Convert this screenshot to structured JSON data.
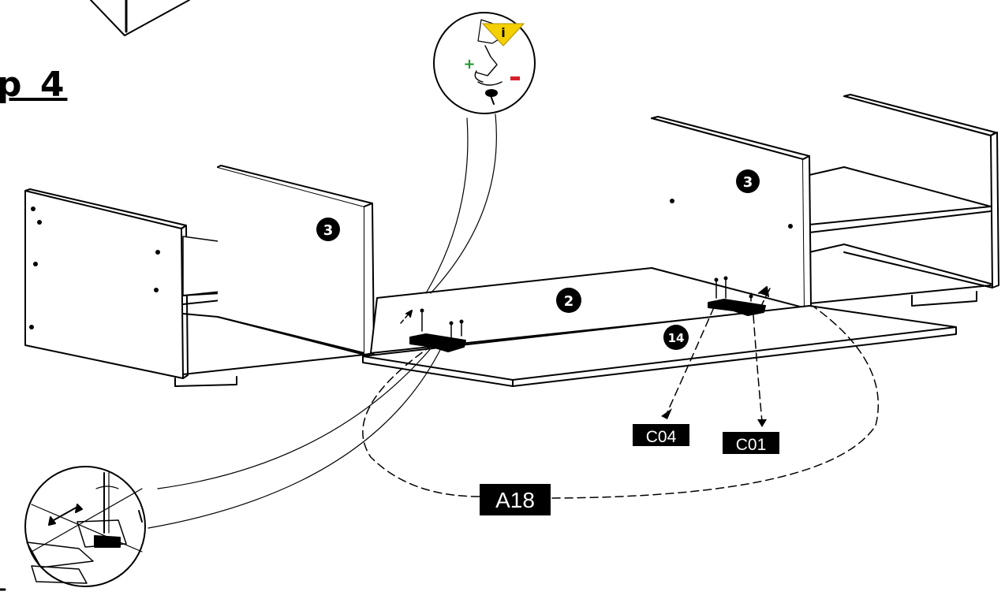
{
  "step": {
    "title": "p 4"
  },
  "parts": {
    "side_panel_left": "3",
    "side_panel_right": "3",
    "bottom_panel": "2",
    "back_panel": "14"
  },
  "hardware": {
    "cam_connector": "C04",
    "cam_bolt": "C01",
    "screwdriver": "A18"
  },
  "info_callout": {
    "badge": "i",
    "plus": "+",
    "minus": "-",
    "badge_color": "#f5d000",
    "plus_color": "#1a9a2a",
    "minus_color": "#d8202a"
  }
}
